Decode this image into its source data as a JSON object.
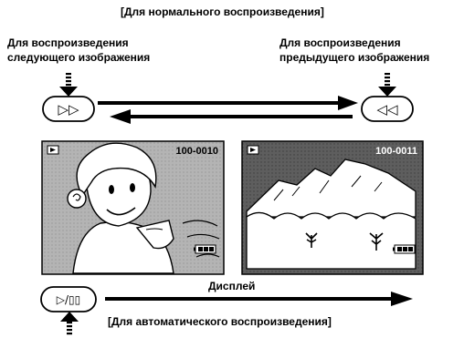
{
  "header": "[Для нормального воспроизведения]",
  "left_label_line1": "Для воспроизведения",
  "left_label_line2": "следующего изображения",
  "right_label_line1": "Для воспроизведения",
  "right_label_line2": "предыдущего изображения",
  "buttons": {
    "forward": "▷▷",
    "back": "◁◁",
    "play_pause": "▷/▯▯"
  },
  "screens": [
    {
      "file_number": "100-0010",
      "mode_icon": "play-mode-icon",
      "battery_icon": "battery-icon"
    },
    {
      "file_number": "100-0011",
      "mode_icon": "play-mode-icon",
      "battery_icon": "battery-icon"
    }
  ],
  "display_label": "Дисплей",
  "footer": "[Для автоматического воспроизведения]"
}
